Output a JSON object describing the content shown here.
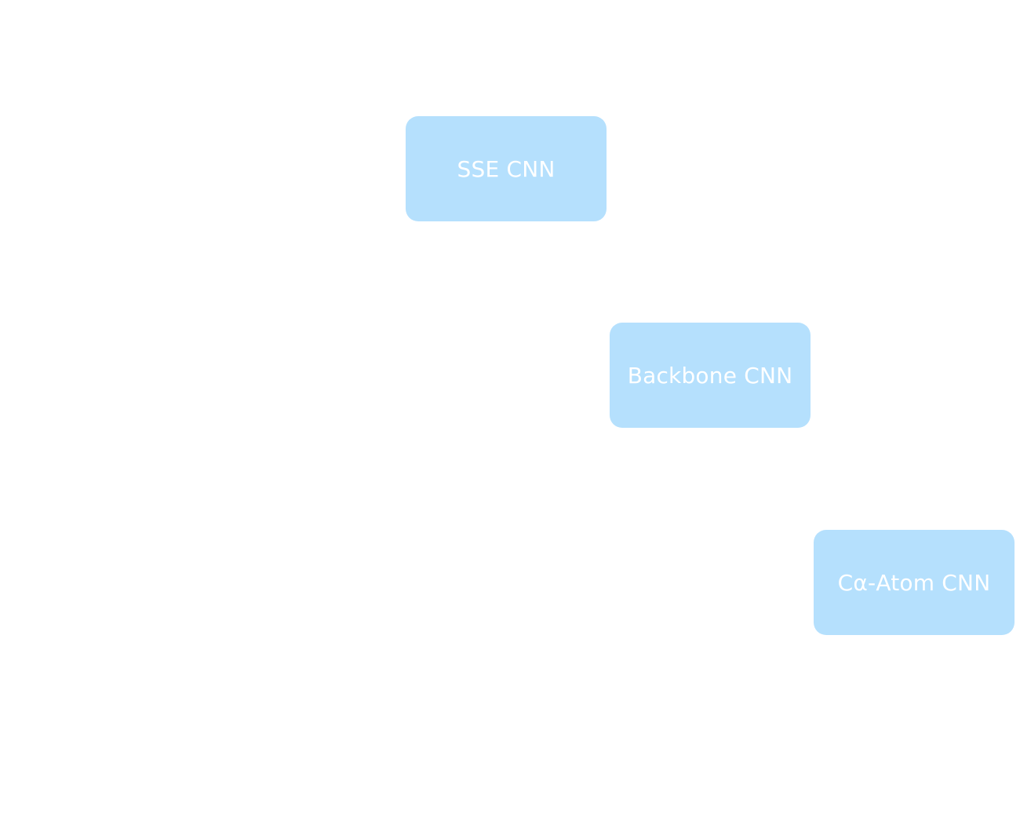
{
  "diagram": {
    "nodes": [
      {
        "id": "sse",
        "label": "SSE CNN"
      },
      {
        "id": "backbone",
        "label": "Backbone CNN"
      },
      {
        "id": "calpha",
        "label": "Cα-Atom CNN"
      }
    ]
  },
  "colors": {
    "node_fill": "#b5e0fd",
    "node_text": "#ffffff",
    "background": "#ffffff"
  }
}
